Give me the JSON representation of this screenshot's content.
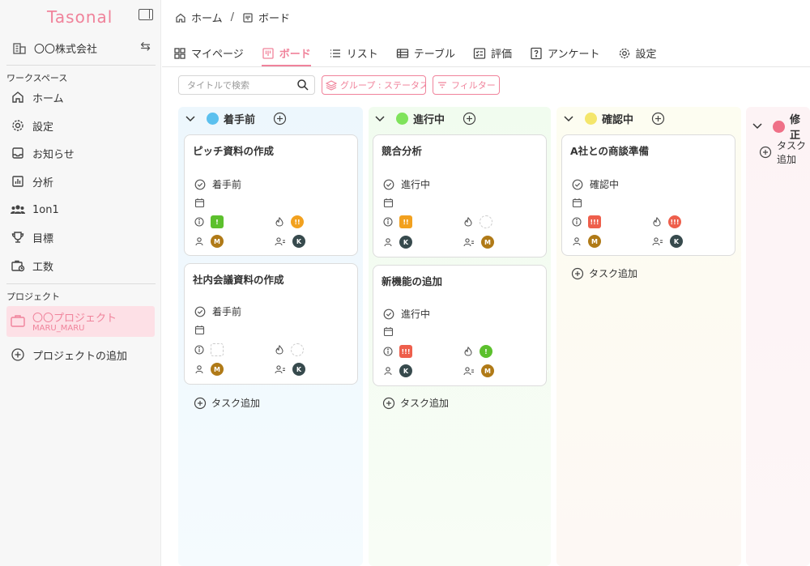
{
  "app": {
    "logo": "Tasonal"
  },
  "org": {
    "name": "〇〇株式会社"
  },
  "sidebar": {
    "workspace_label": "ワークスペース",
    "items": [
      {
        "label": "ホーム",
        "icon": "home-icon"
      },
      {
        "label": "設定",
        "icon": "gear-icon"
      },
      {
        "label": "お知らせ",
        "icon": "inbox-icon"
      },
      {
        "label": "分析",
        "icon": "chart-icon"
      },
      {
        "label": "1on1",
        "icon": "people-icon"
      },
      {
        "label": "目標",
        "icon": "trophy-icon"
      },
      {
        "label": "工数",
        "icon": "clock-icon"
      }
    ],
    "project_label": "プロジェクト",
    "project": {
      "name": "〇〇プロジェクト",
      "sub": "MARU_MARU"
    },
    "add_project": "プロジェクトの追加"
  },
  "breadcrumb": {
    "home": "ホーム",
    "separator": "/",
    "current": "ボード"
  },
  "tabs": [
    {
      "label": "マイページ",
      "icon": "grid-icon"
    },
    {
      "label": "ボード",
      "icon": "board-icon",
      "active": true
    },
    {
      "label": "リスト",
      "icon": "list-icon"
    },
    {
      "label": "テーブル",
      "icon": "table-icon"
    },
    {
      "label": "評価",
      "icon": "checklist-icon"
    },
    {
      "label": "アンケート",
      "icon": "question-icon"
    },
    {
      "label": "設定",
      "icon": "gear-icon"
    }
  ],
  "toolbar": {
    "search_placeholder": "タイトルで検索",
    "group_chip": "グループ : ステータス",
    "filter_chip": "フィルター :"
  },
  "colors": {
    "accent": "#f0839b",
    "status_todo": "#5bc0ee",
    "status_doing": "#7fe35b",
    "status_review": "#f4e66b",
    "status_fix": "#ef7087",
    "priority_low": "#5cc02d",
    "priority_mid": "#f2a11f",
    "priority_high": "#ee5f4c",
    "avatar_m": "#b07a17",
    "avatar_k": "#374a4d"
  },
  "columns": [
    {
      "title": "着手前",
      "cards": [
        {
          "title": "ピッチ資料の作成",
          "status": "着手前",
          "priority": "!",
          "priority_level": "low",
          "difficulty": "!!",
          "difficulty_level": "mid",
          "assignee": "M",
          "reviewer": "K"
        },
        {
          "title": "社内会議資料の作成",
          "status": "着手前",
          "priority": "",
          "priority_level": "none",
          "difficulty": "",
          "difficulty_level": "none",
          "assignee": "M",
          "reviewer": "K"
        }
      ],
      "add_label": "タスク追加"
    },
    {
      "title": "進行中",
      "cards": [
        {
          "title": "競合分析",
          "status": "進行中",
          "priority": "!!",
          "priority_level": "mid",
          "difficulty": "",
          "difficulty_level": "none",
          "assignee": "K",
          "reviewer": "M"
        },
        {
          "title": "新機能の追加",
          "status": "進行中",
          "priority": "!!!",
          "priority_level": "high",
          "difficulty": "!",
          "difficulty_level": "low",
          "assignee": "K",
          "reviewer": "M"
        }
      ],
      "add_label": "タスク追加"
    },
    {
      "title": "確認中",
      "cards": [
        {
          "title": "A社との商談準備",
          "status": "確認中",
          "priority": "!!!",
          "priority_level": "high",
          "difficulty": "!!!",
          "difficulty_level": "high",
          "assignee": "M",
          "reviewer": "K"
        }
      ],
      "add_label": "タスク追加"
    },
    {
      "title": "修正",
      "cards": [],
      "add_label": "タスク追加"
    }
  ]
}
